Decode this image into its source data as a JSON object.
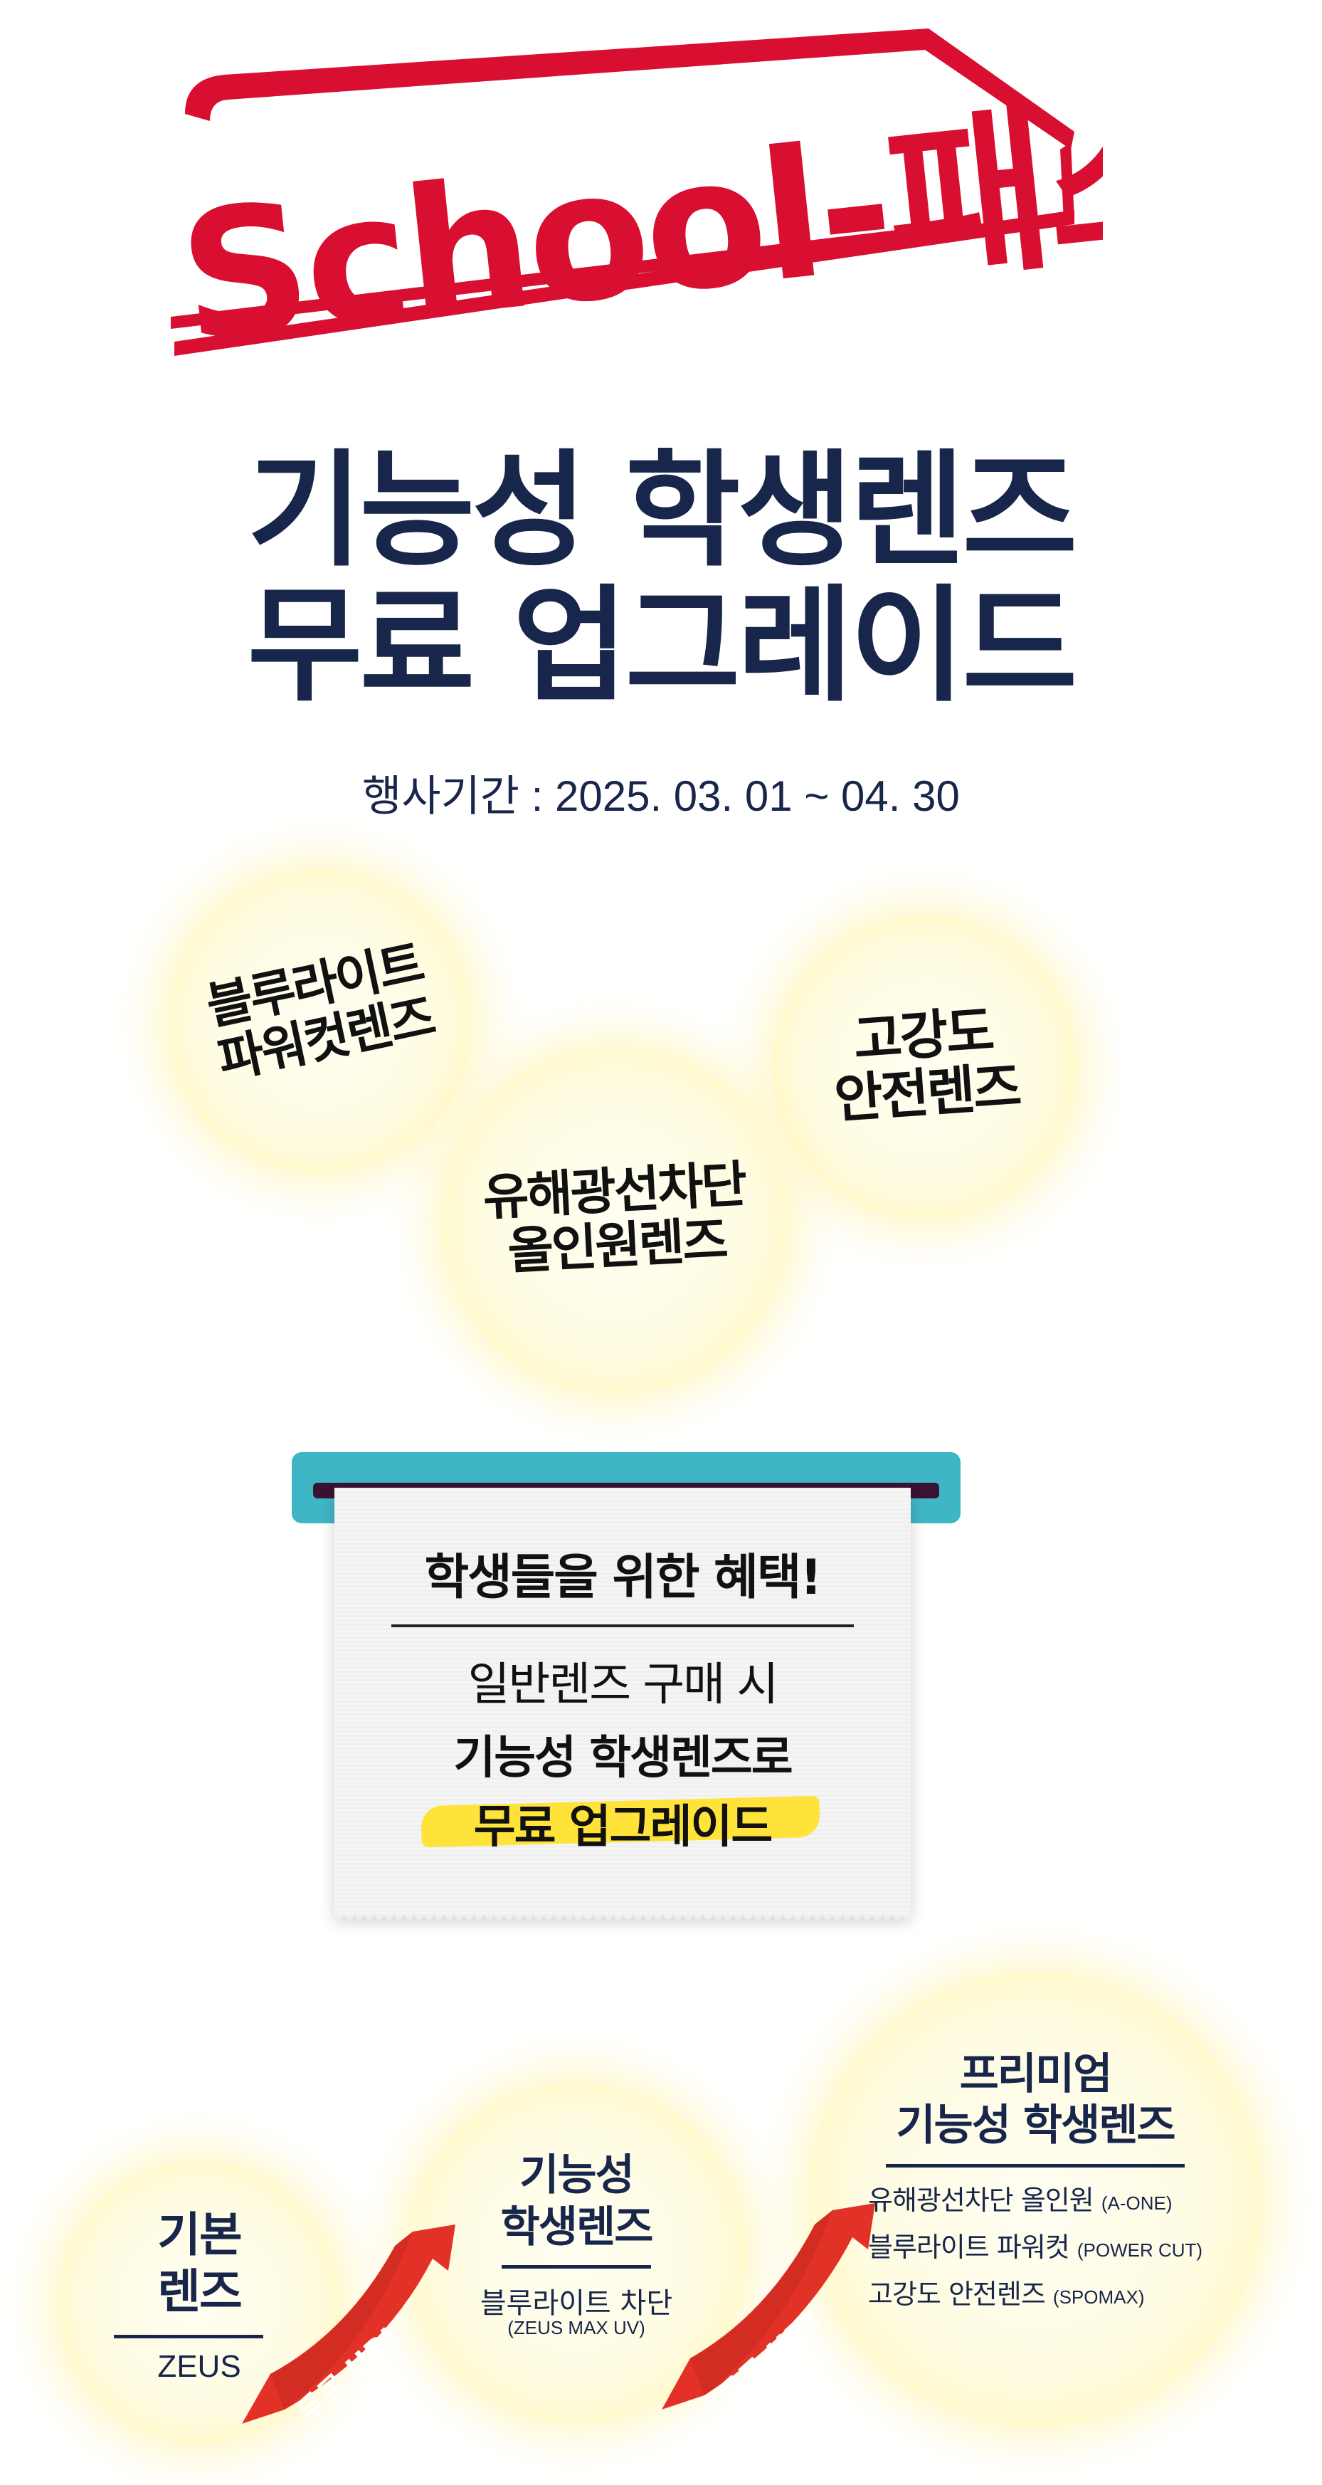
{
  "logo": {
    "text": "School-패스"
  },
  "headline": {
    "line1": "기능성 학생렌즈",
    "line2": "무료 업그레이드"
  },
  "event_period": "행사기간 : 2025. 03. 01 ~ 04. 30",
  "bubbles": [
    {
      "line1": "블루라이트",
      "line2": "파워컷렌즈"
    },
    {
      "line1": "고강도",
      "line2": "안전렌즈"
    },
    {
      "line1": "유해광선차단",
      "line2": "올인원렌즈"
    }
  ],
  "receipt": {
    "title": "학생들을 위한 혜택!",
    "line1": "일반렌즈 구매 시",
    "line2": "기능성 학생렌즈로",
    "line3": "무료 업그레이드"
  },
  "tiers": {
    "basic": {
      "title1": "기본",
      "title2": "렌즈",
      "sub": "ZEUS"
    },
    "functional": {
      "title1": "기능성",
      "title2": "학생렌즈",
      "sub": "블루라이트 차단",
      "sub_en": "(ZEUS MAX UV)"
    },
    "premium": {
      "title1": "프리미엄",
      "title2": "기능성 학생렌즈",
      "features": [
        {
          "name": "유해광선차단 올인원",
          "code": "(A-ONE)"
        },
        {
          "name": "블루라이트 파워컷",
          "code": "(POWER CUT)"
        },
        {
          "name": "고강도 안전렌즈",
          "code": "(SPOMAX)"
        }
      ]
    }
  },
  "arrows": {
    "label": "무료 UP!"
  },
  "colors": {
    "brand_red": "#d80f31",
    "navy": "#17264a",
    "teal": "#3fb6c6",
    "highlight_yellow": "#ffe33a",
    "arrow_red": "#e23228"
  }
}
